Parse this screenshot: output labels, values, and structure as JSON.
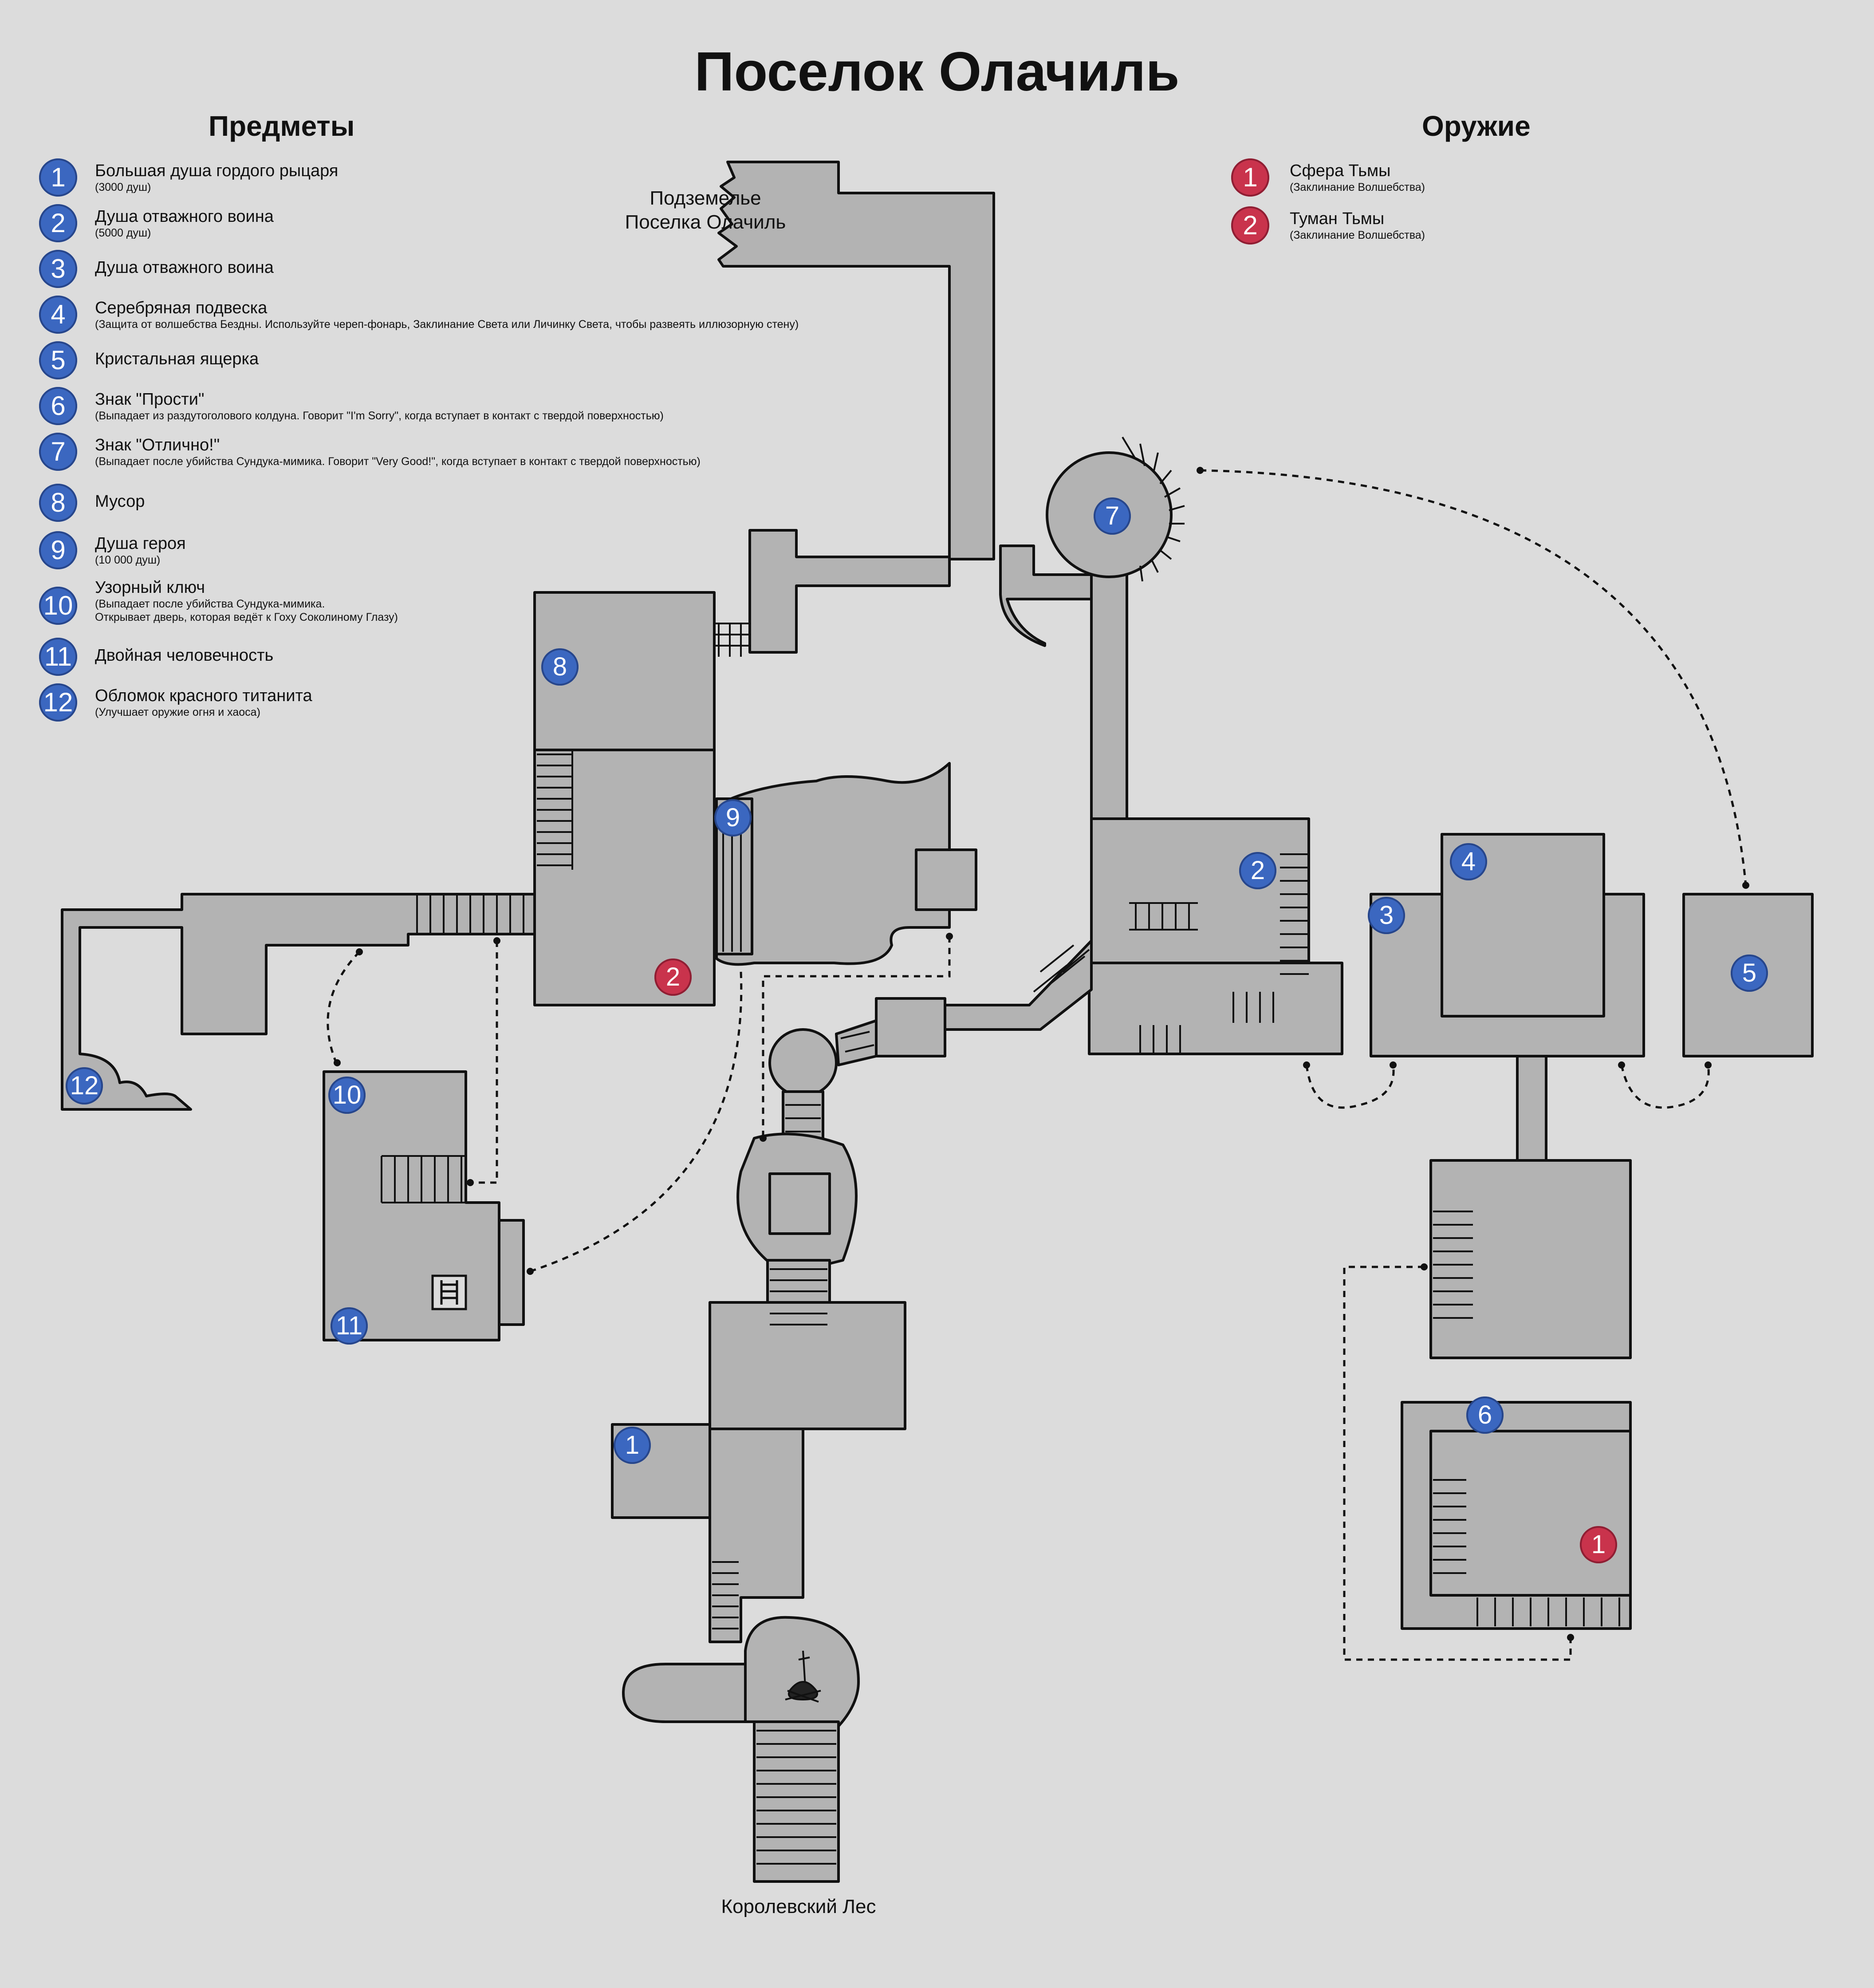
{
  "title": "Поселок Олачиль",
  "colors": {
    "background": "#dcdcdc",
    "floor": "#b3b3b3",
    "wall": "#111111",
    "item_marker": "#3b67c0",
    "weapon_marker": "#c9334c"
  },
  "items_legend": {
    "heading": "Предметы",
    "entries": [
      {
        "num": "1",
        "name": "Большая душа гордого рыцаря",
        "note": "(3000 душ)"
      },
      {
        "num": "2",
        "name": "Душа отважного воина",
        "note": "(5000 душ)"
      },
      {
        "num": "3",
        "name": "Душа отважного воина",
        "note": ""
      },
      {
        "num": "4",
        "name": "Серебряная подвеска",
        "note": "(Защита от волшебства Бездны. Используйте череп-фонарь, Заклинание Света или Личинку Света, чтобы развеять иллюзорную стену)"
      },
      {
        "num": "5",
        "name": "Кристальная ящерка",
        "note": ""
      },
      {
        "num": "6",
        "name": "Знак \"Прости\"",
        "note": "(Выпадает из раздутоголового колдуна. Говорит \"I'm Sorry\", когда вступает в контакт с твердой поверхностью)"
      },
      {
        "num": "7",
        "name": "Знак \"Отлично!\"",
        "note": "(Выпадает после убийства Сундука-мимика. Говорит \"Very Good!\", когда вступает в контакт с твердой поверхностью)"
      },
      {
        "num": "8",
        "name": "Мусор",
        "note": ""
      },
      {
        "num": "9",
        "name": "Душа героя",
        "note": "(10 000 душ)"
      },
      {
        "num": "10",
        "name": "Узорный ключ",
        "note": "(Выпадает после убийства Сундука-мимика.\nОткрывает дверь, которая ведёт к Гоху Соколиному Глазу)"
      },
      {
        "num": "11",
        "name": "Двойная человечность",
        "note": ""
      },
      {
        "num": "12",
        "name": "Обломок красного титанита",
        "note": "(Улучшает оружие огня и хаоса)"
      }
    ]
  },
  "weapons_legend": {
    "heading": "Оружие",
    "entries": [
      {
        "num": "1",
        "name": "Сфера Тьмы",
        "note": "(Заклинание Волшебства)"
      },
      {
        "num": "2",
        "name": "Туман Тьмы",
        "note": "(Заклинание Волшебства)"
      }
    ]
  },
  "map_labels": {
    "dungeon": "Подземелье\nПоселка Олачиль",
    "forest": "Королевский Лес"
  },
  "map_markers": {
    "items": [
      "1",
      "2",
      "3",
      "4",
      "5",
      "6",
      "7",
      "8",
      "9",
      "10",
      "11",
      "12"
    ],
    "weapons": [
      "1",
      "2"
    ]
  },
  "icons": [
    "bonfire-icon",
    "ladder-icon"
  ]
}
